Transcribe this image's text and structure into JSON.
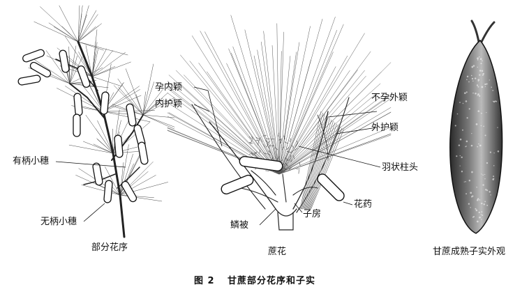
{
  "figure": {
    "caption_number": "图 2",
    "caption_text": "甘蔗部分花序和子实",
    "panels": {
      "inflorescence": {
        "caption": "部分花序"
      },
      "flower": {
        "caption": "蔗花"
      },
      "seed": {
        "caption": "甘蔗成熟子实外观"
      }
    },
    "labels": {
      "pedicelled_spikelet": "有柄小穗",
      "sessile_spikelet": "无柄小穗",
      "fertile_lemma": "孕内颖",
      "inner_glume": "内护颖",
      "sterile_lemma": "不孕外颖",
      "outer_glume": "外护颖",
      "stigma": "羽状柱头",
      "anther": "花药",
      "ovary": "子房",
      "lodicule": "鳞被"
    }
  },
  "colors": {
    "ink": "#111111",
    "paper": "#ffffff",
    "seed_shade": "#555555"
  }
}
